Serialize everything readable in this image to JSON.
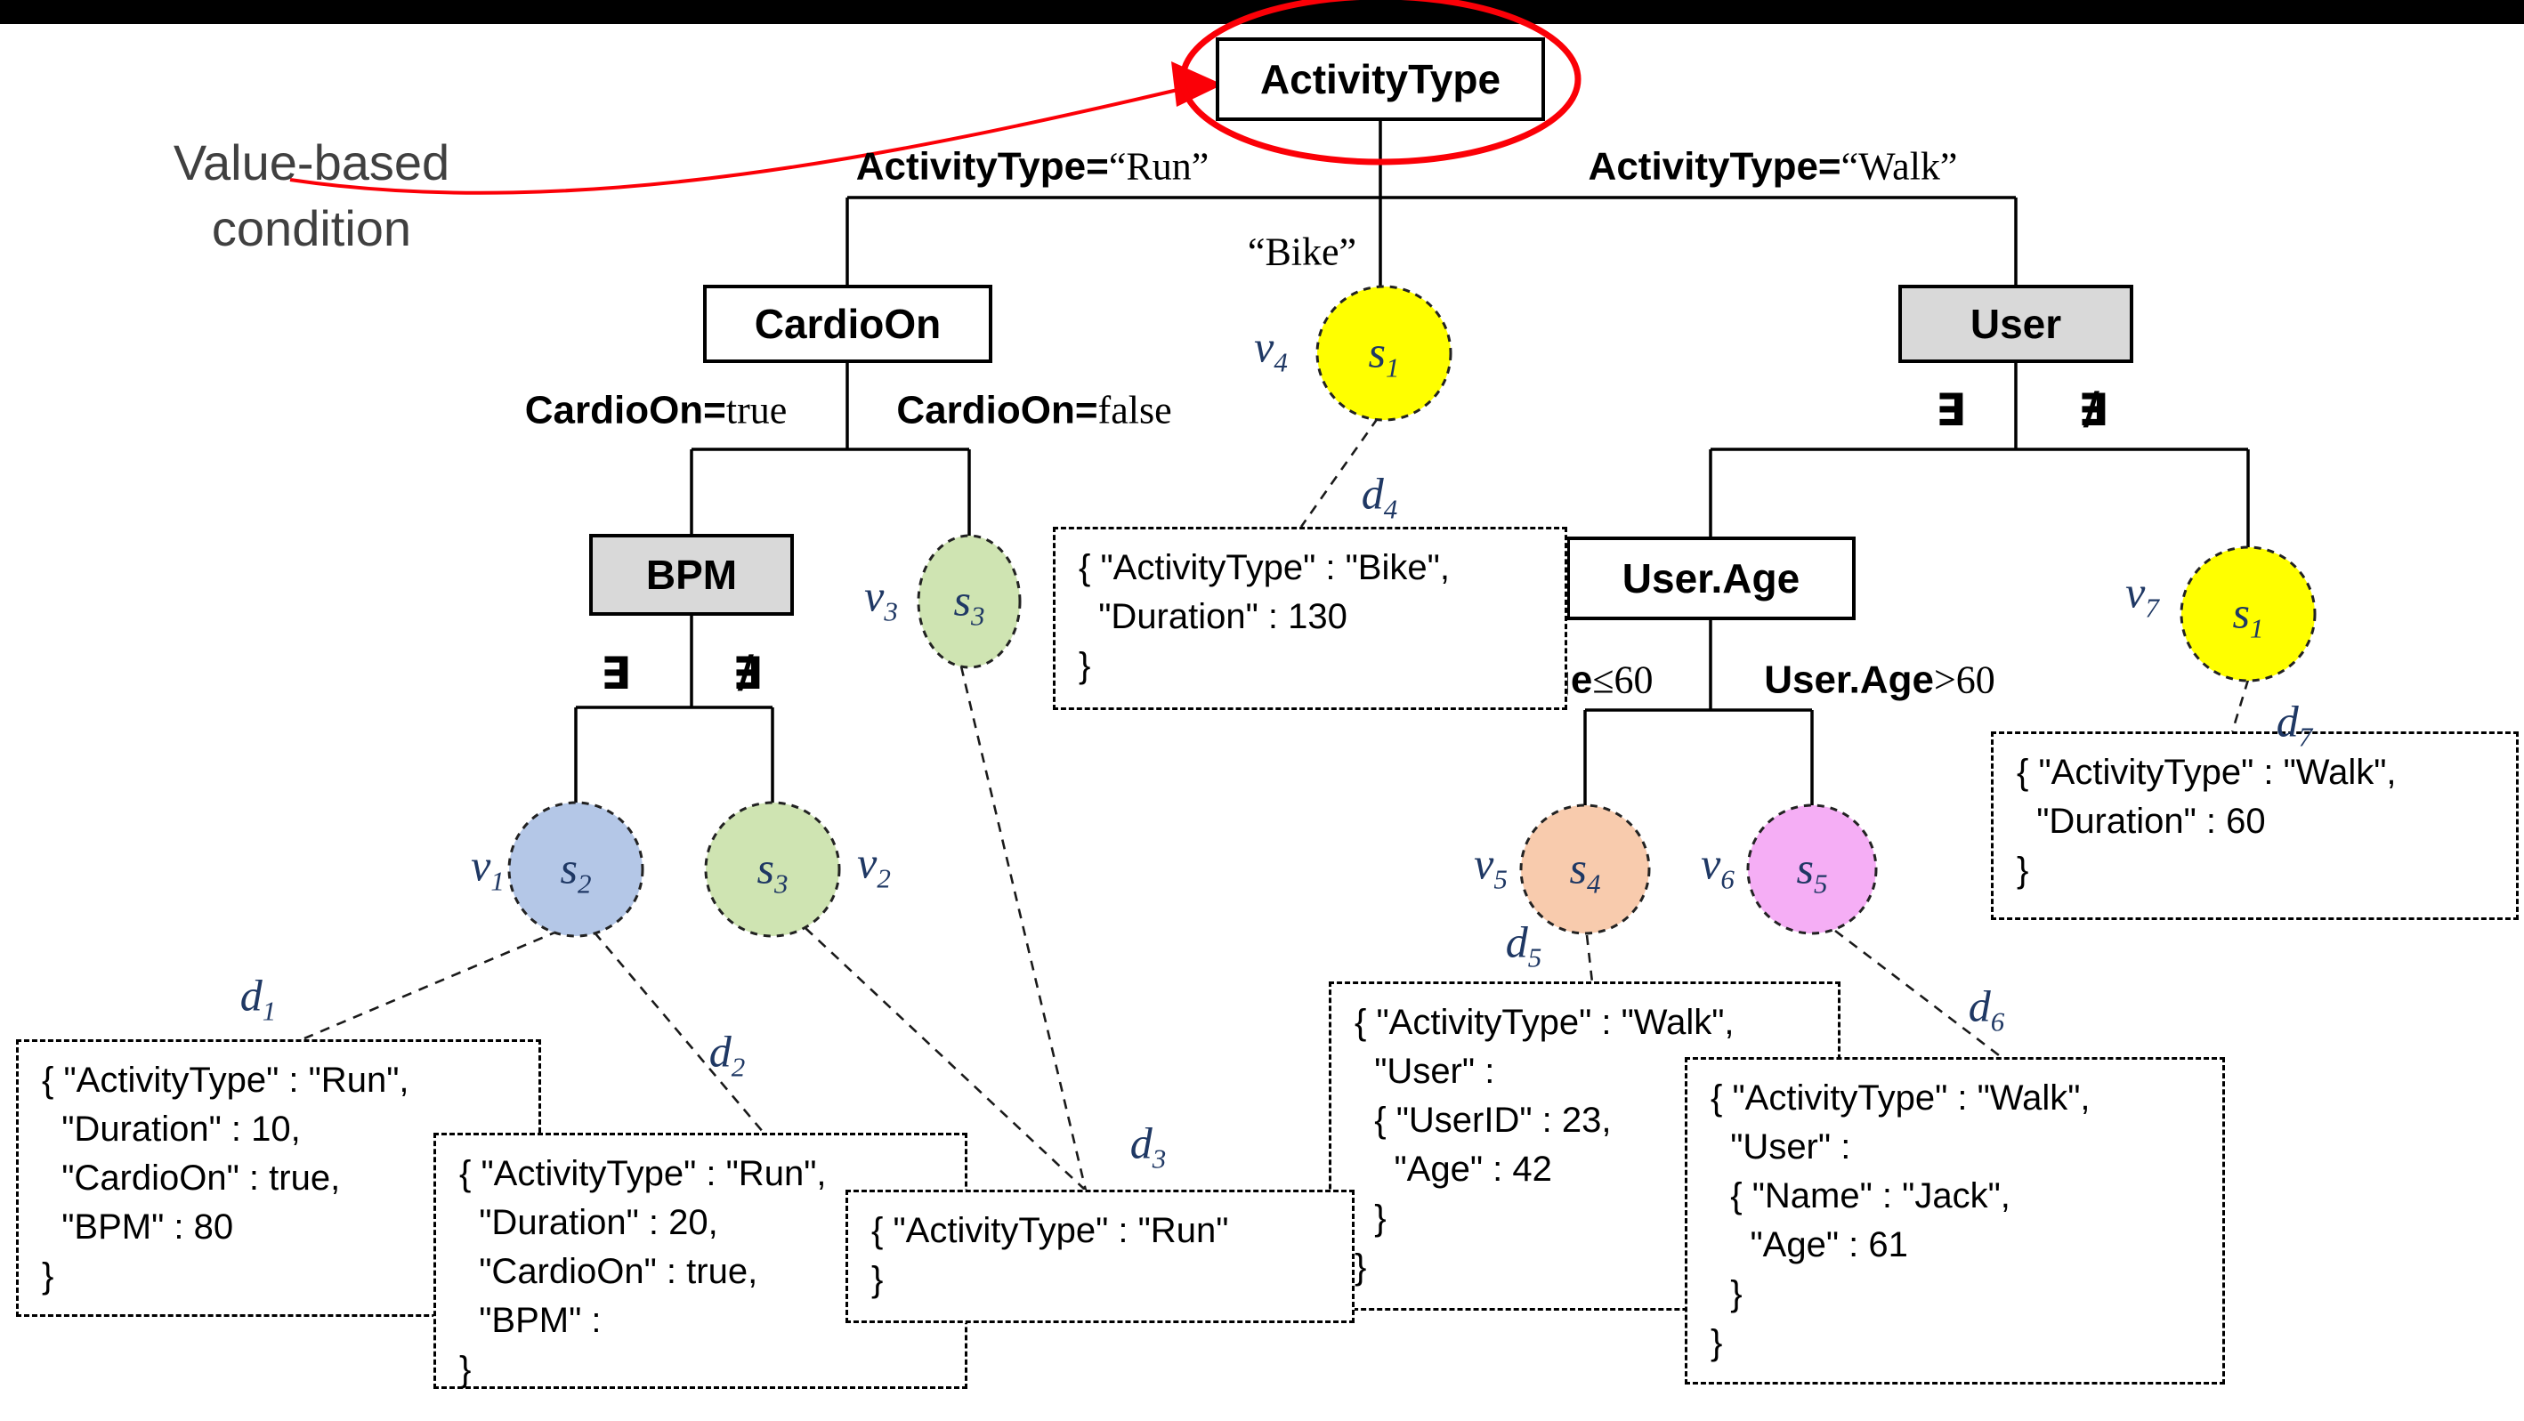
{
  "annotation": {
    "text": "Value-based\ncondition"
  },
  "colors": {
    "red_accent": "#fb0007",
    "node_gray": "#d9d9d9",
    "state_yellow": "#ffff00",
    "state_green": "#cfe4b2",
    "state_blue": "#b4c7e7",
    "state_peach": "#f8cbad",
    "state_pink": "#f5aef5",
    "label_navy": "#1f3864"
  },
  "nodes": {
    "activity_type": {
      "label": "ActivityType"
    },
    "cardio_on": {
      "label": "CardioOn"
    },
    "user": {
      "label": "User"
    },
    "bpm": {
      "label": "BPM"
    },
    "user_age": {
      "label": "User.Age"
    }
  },
  "edge_labels": {
    "run": {
      "name": "ActivityType=",
      "value": "“Run”"
    },
    "walk": {
      "name": "ActivityType=",
      "value": "“Walk”"
    },
    "bike": {
      "value": "“Bike”"
    },
    "cardio_true": {
      "name": "CardioOn=",
      "value": "true"
    },
    "cardio_false": {
      "name": "CardioOn=",
      "value": "false"
    },
    "bpm_exists": {
      "symbol": "∃"
    },
    "bpm_not_exists": {
      "symbol": "∄"
    },
    "user_exists": {
      "symbol": "∃"
    },
    "user_not_exists": {
      "symbol": "∄"
    },
    "age_le": {
      "name": "User.Age",
      "value": "≤60"
    },
    "age_gt": {
      "name": "User.Age",
      "value": ">60"
    }
  },
  "states": {
    "v4_s1": {
      "v": "v",
      "v_sub": "4",
      "s": "s",
      "s_sub": "1"
    },
    "v3_s3": {
      "v": "v",
      "v_sub": "3",
      "s": "s",
      "s_sub": "3"
    },
    "v1_s2": {
      "v": "v",
      "v_sub": "1",
      "s": "s",
      "s_sub": "2"
    },
    "v2_s3": {
      "v": "v",
      "v_sub": "2",
      "s": "s",
      "s_sub": "3"
    },
    "v5_s4": {
      "v": "v",
      "v_sub": "5",
      "s": "s",
      "s_sub": "4"
    },
    "v6_s5": {
      "v": "v",
      "v_sub": "6",
      "s": "s",
      "s_sub": "5"
    },
    "v7_s1": {
      "v": "v",
      "v_sub": "7",
      "s": "s",
      "s_sub": "1"
    }
  },
  "documents": {
    "d1": {
      "label": "d",
      "sub": "1",
      "text": "{ \"ActivityType\" : \"Run\",\n  \"Duration\" : 10,\n  \"CardioOn\" : true,\n  \"BPM\" : 80\n}"
    },
    "d2": {
      "label": "d",
      "sub": "2",
      "text": "{ \"ActivityType\" : \"Run\",\n  \"Duration\" : 20,\n  \"CardioOn\" : true,\n  \"BPM\" :\n}"
    },
    "d3": {
      "label": "d",
      "sub": "3",
      "text": "{ \"ActivityType\" : \"Run\"\n}"
    },
    "d4": {
      "label": "d",
      "sub": "4",
      "text": "{ \"ActivityType\" : \"Bike\",\n  \"Duration\" : 130\n}"
    },
    "d5": {
      "label": "d",
      "sub": "5",
      "text": "{ \"ActivityType\" : \"Walk\",\n  \"User\" :\n  { \"UserID\" : 23,\n    \"Age\" : 42\n  }\n}"
    },
    "d6": {
      "label": "d",
      "sub": "6",
      "text": "{ \"ActivityType\" : \"Walk\",\n  \"User\" :\n  { \"Name\" : \"Jack\",\n    \"Age\" : 61\n  }\n}"
    },
    "d7": {
      "label": "d",
      "sub": "7",
      "text": "{ \"ActivityType\" : \"Walk\",\n  \"Duration\" : 60\n}"
    }
  }
}
